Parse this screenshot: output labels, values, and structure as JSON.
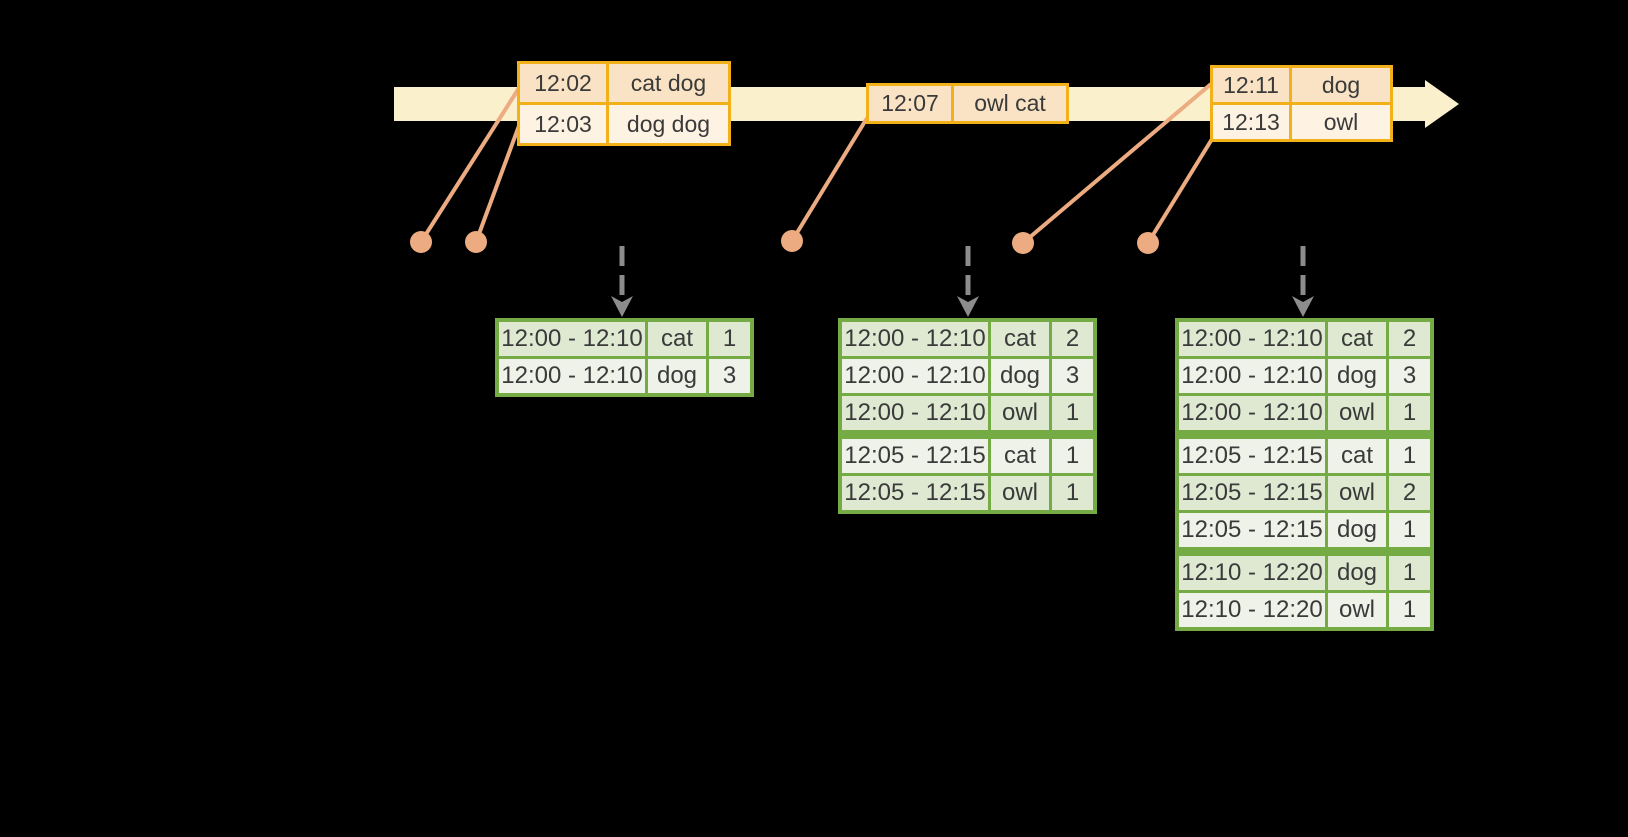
{
  "event_boxes": [
    {
      "rows": [
        {
          "time": "12:02",
          "words": "cat dog"
        },
        {
          "time": "12:03",
          "words": "dog dog"
        }
      ]
    },
    {
      "rows": [
        {
          "time": "12:07",
          "words": "owl cat"
        }
      ]
    },
    {
      "rows": [
        {
          "time": "12:11",
          "words": "dog"
        },
        {
          "time": "12:13",
          "words": "owl"
        }
      ]
    }
  ],
  "result_tables": [
    {
      "rows": [
        {
          "window": "12:00 - 12:10",
          "word": "cat",
          "count": "1"
        },
        {
          "window": "12:00 - 12:10",
          "word": "dog",
          "count": "3"
        }
      ]
    },
    {
      "rows": [
        {
          "window": "12:00 - 12:10",
          "word": "cat",
          "count": "2"
        },
        {
          "window": "12:00 - 12:10",
          "word": "dog",
          "count": "3"
        },
        {
          "window": "12:00 - 12:10",
          "word": "owl",
          "count": "1"
        },
        {
          "window": "12:05 - 12:15",
          "word": "cat",
          "count": "1"
        },
        {
          "window": "12:05 - 12:15",
          "word": "owl",
          "count": "1"
        }
      ]
    },
    {
      "rows": [
        {
          "window": "12:00 - 12:10",
          "word": "cat",
          "count": "2"
        },
        {
          "window": "12:00 - 12:10",
          "word": "dog",
          "count": "3"
        },
        {
          "window": "12:00 - 12:10",
          "word": "owl",
          "count": "1"
        },
        {
          "window": "12:05 - 12:15",
          "word": "cat",
          "count": "1"
        },
        {
          "window": "12:05 - 12:15",
          "word": "owl",
          "count": "2"
        },
        {
          "window": "12:05 - 12:15",
          "word": "dog",
          "count": "1"
        },
        {
          "window": "12:10 - 12:20",
          "word": "dog",
          "count": "1"
        },
        {
          "window": "12:10 - 12:20",
          "word": "owl",
          "count": "1"
        }
      ]
    }
  ],
  "colors": {
    "background": "#000000",
    "axis_fill": "#FAF0CB",
    "event_border": "#F2B118",
    "event_row_dark": "#FAE3C4",
    "event_row_light": "#FEF3E3",
    "connector": "#ECAB80",
    "trigger_arrow": "#8C8C8C",
    "table_border": "#74AB45",
    "table_row_dark": "#DFE9D2",
    "table_row_light": "#EEF2E9",
    "text": "#3A3A3A"
  }
}
